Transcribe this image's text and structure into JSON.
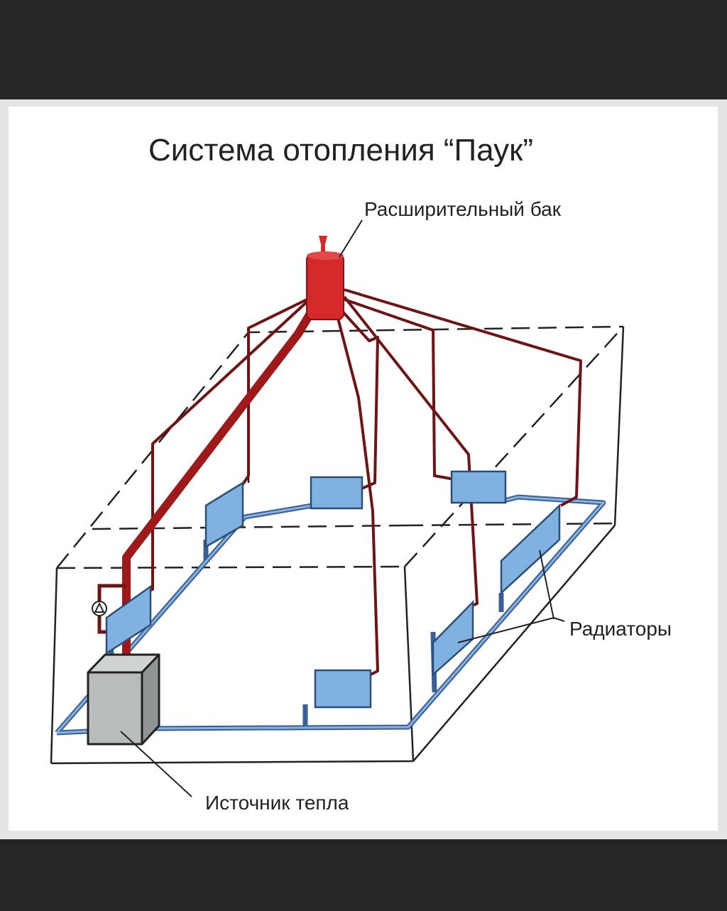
{
  "diagram": {
    "title": "Система отопления “Паук”",
    "labels": {
      "expansion_tank": "Расширительный бак",
      "radiators": "Радиаторы",
      "heat_source": "Источник тепла"
    },
    "colors": {
      "supply_pipe": "#9e1a1a",
      "return_pipe": "#4a7fc0",
      "tank": "#d42a2a",
      "radiator": "#7fb2e0",
      "boiler": "#b8bcbc",
      "outline": "#222222"
    }
  }
}
